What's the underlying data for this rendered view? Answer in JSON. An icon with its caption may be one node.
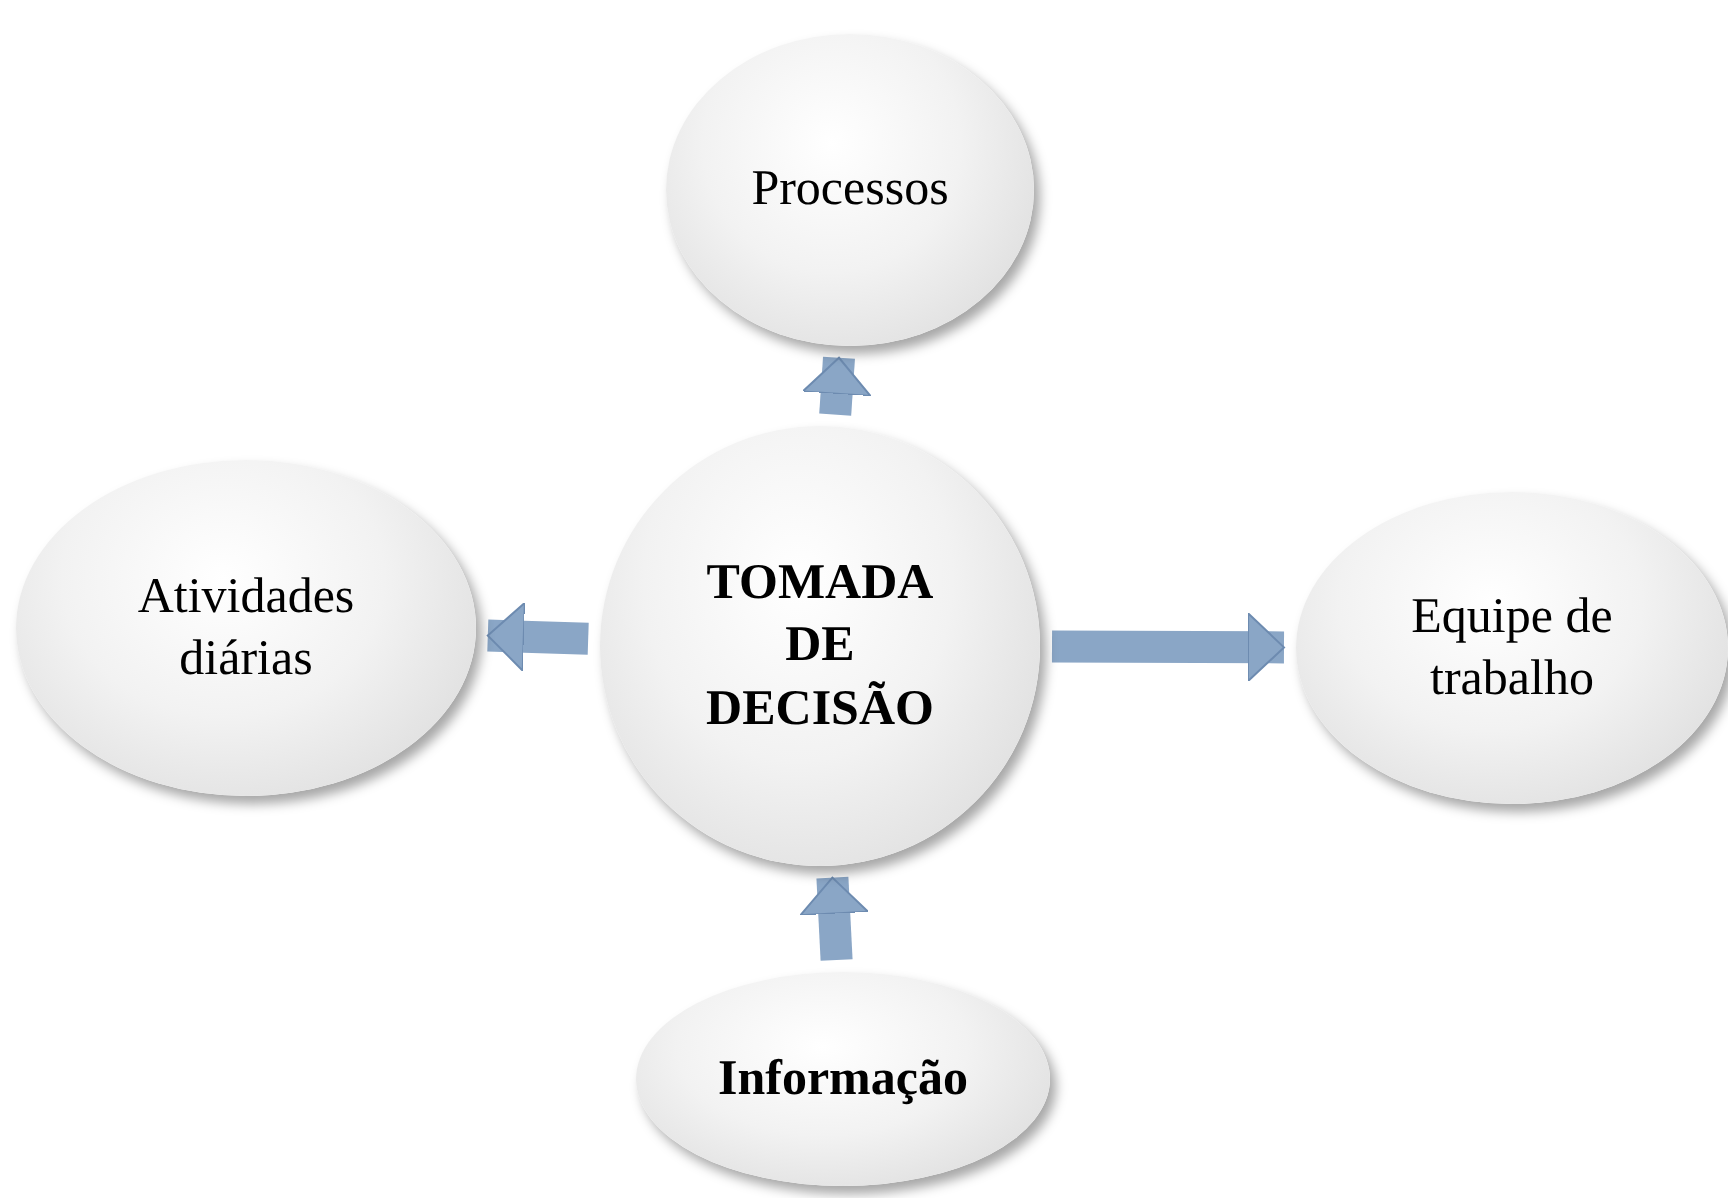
{
  "diagram": {
    "nodes": [
      {
        "text": [
          "TOMADA DE DECISÃO"
        ]
      },
      {
        "text": [
          "Processos"
        ]
      },
      {
        "text": [
          "Atividades diárias"
        ]
      },
      {
        "text": [
          "Equipe de trabalho"
        ]
      },
      {
        "text": [
          "Informação"
        ]
      }
    ],
    "edges": [
      {
        "from": 0,
        "to": 1,
        "arrow": "to"
      },
      {
        "from": 0,
        "to": 2,
        "arrow": "to"
      },
      {
        "from": 0,
        "to": 3,
        "arrow": "to"
      },
      {
        "from": 4,
        "to": 0,
        "arrow": "to"
      }
    ]
  }
}
